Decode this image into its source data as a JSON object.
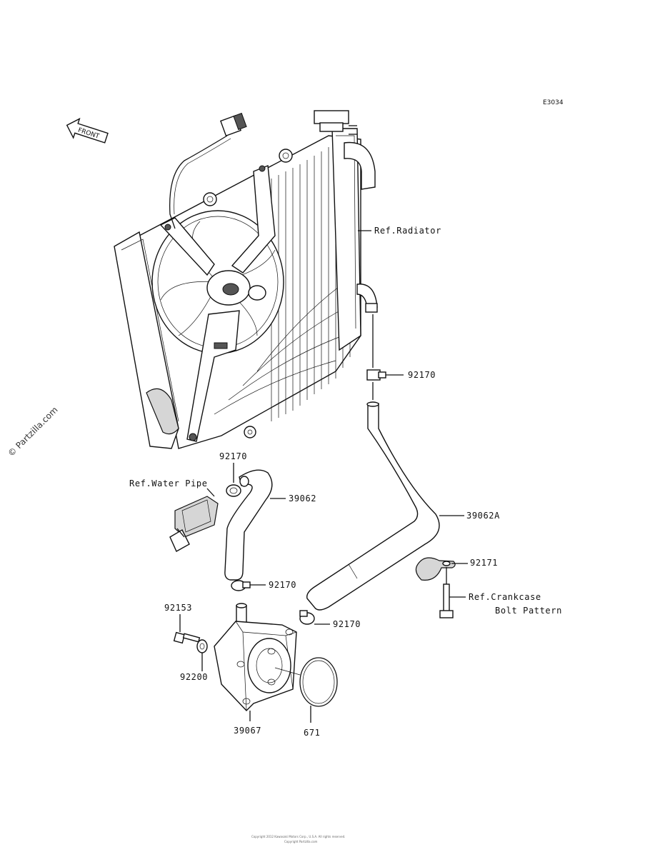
{
  "diagram_code": "E3034",
  "front_arrow": "FRONT",
  "watermark": "© Partzilla.com",
  "callouts": {
    "ref_radiator": "Ref.Radiator",
    "p92170_a": "92170",
    "p92170_b": "92170",
    "p92170_c": "92170",
    "p92170_d": "92170",
    "ref_water_pipe": "Ref.Water Pipe",
    "p39062": "39062",
    "p39062a": "39062A",
    "p92171": "92171",
    "ref_crankcase_1": "Ref.Crankcase",
    "ref_crankcase_2": "Bolt Pattern",
    "p92153": "92153",
    "p92200": "92200",
    "p39067": "39067",
    "p671": "671"
  },
  "footer": {
    "line1": "Copyright 2012 Kawasaki Motors Corp., U.S.A. All rights reserved.",
    "line2": "Copyright Partzilla.com"
  }
}
